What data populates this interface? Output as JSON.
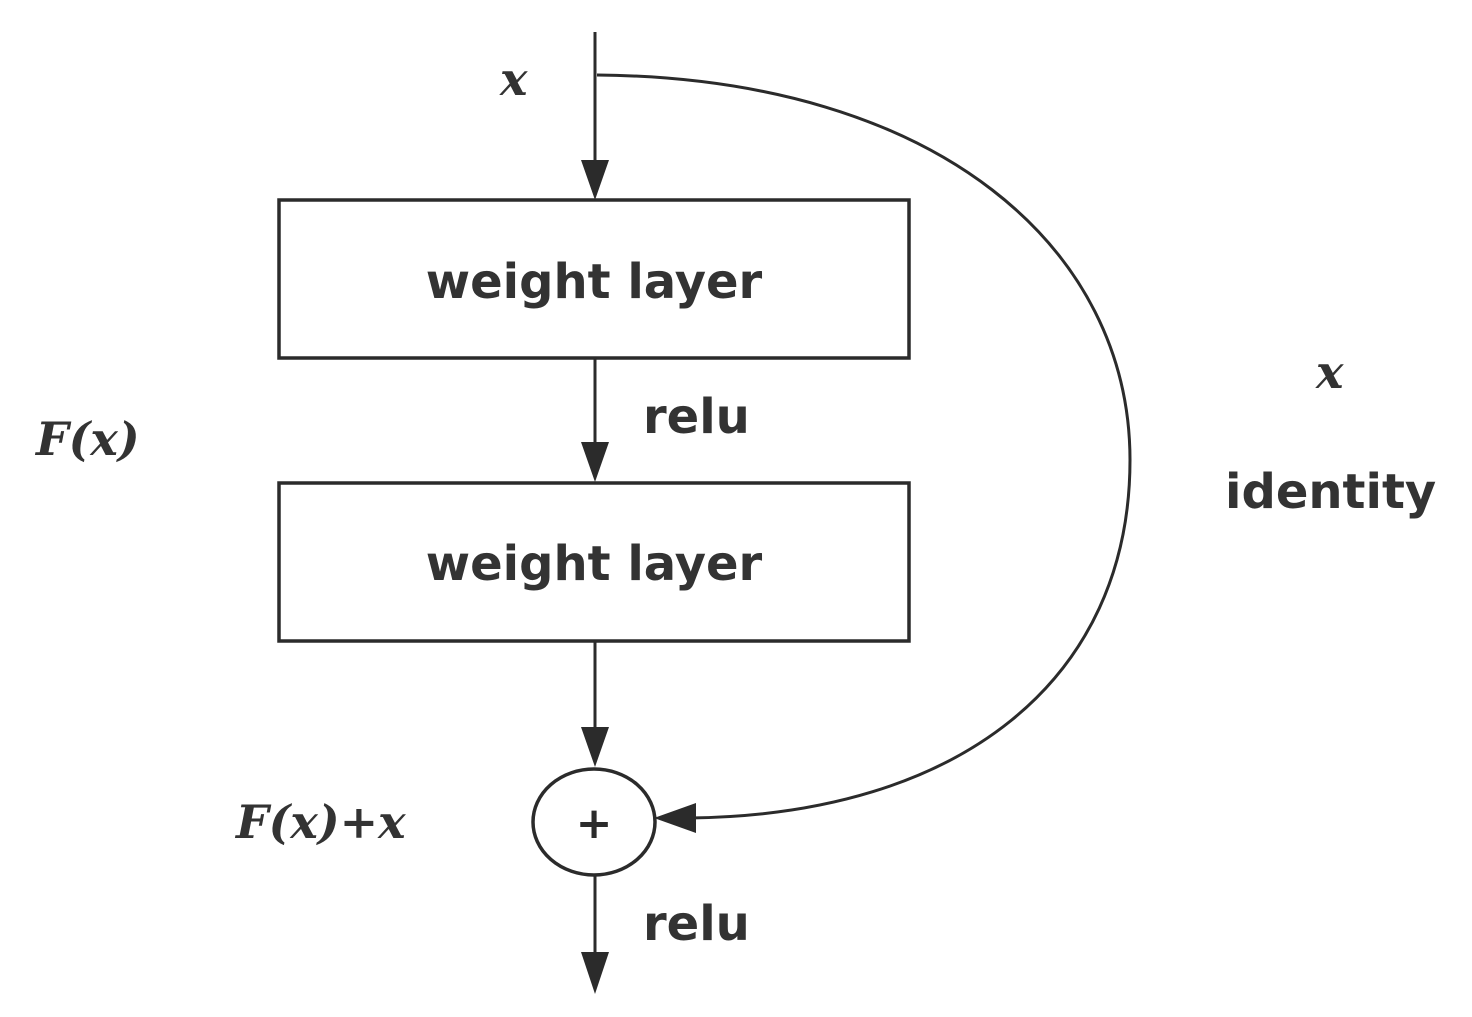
{
  "diagram": {
    "input_label": "x",
    "layer1_label": "weight layer",
    "activation1_label": "relu",
    "layer2_label": "weight layer",
    "residual_label": "F(x)",
    "sum_label": "F(x)+x",
    "sum_symbol": "+",
    "output_activation_label": "relu",
    "shortcut_label": "x",
    "shortcut_type_label": "identity"
  },
  "colors": {
    "stroke": "#2b2b2b",
    "text": "#333333",
    "background": "#ffffff"
  }
}
